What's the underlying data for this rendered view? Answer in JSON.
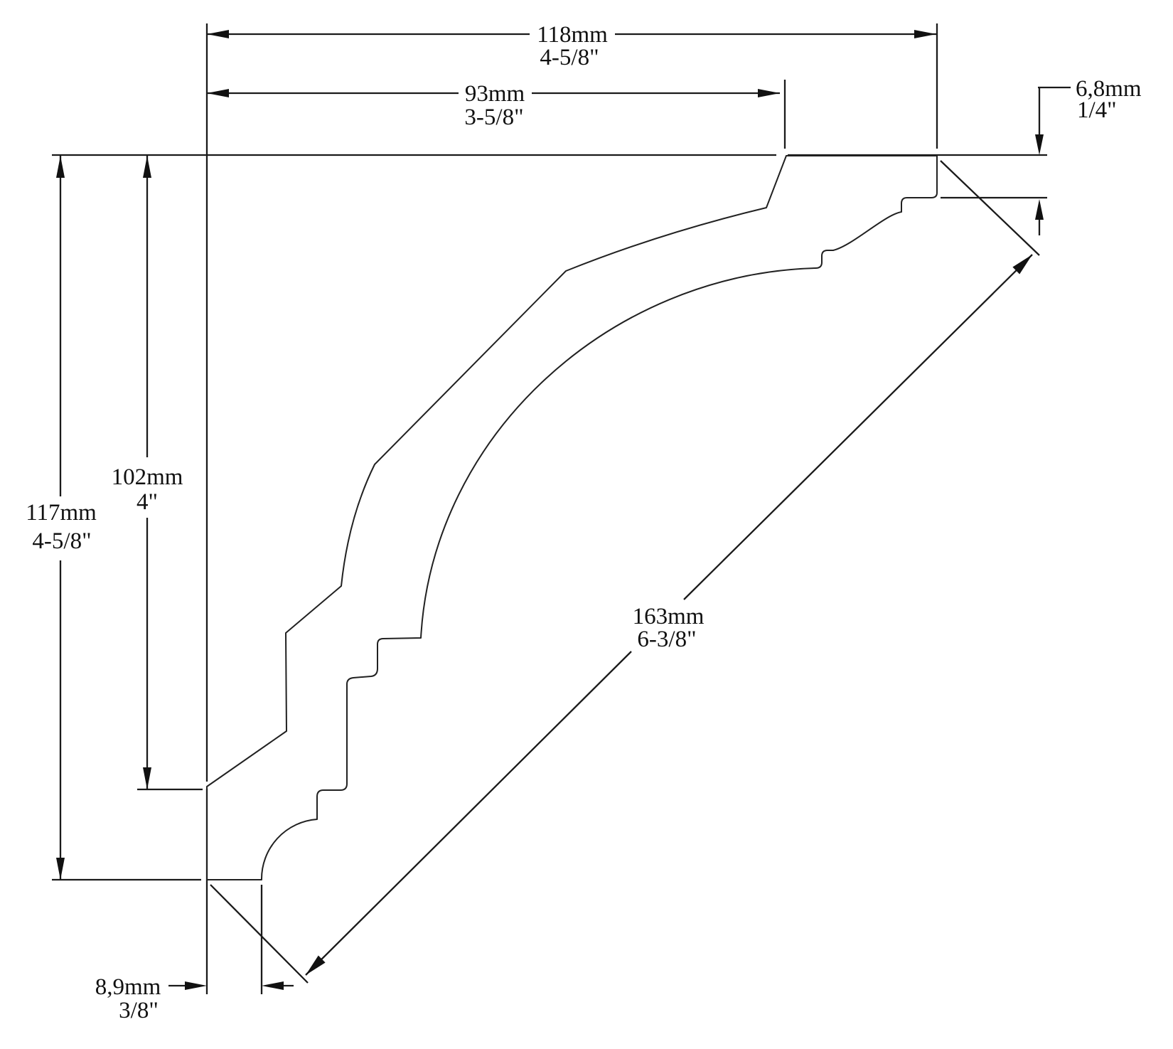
{
  "page": {
    "background_color": "#ffffff",
    "line_color": "#1a1a1a",
    "text_color": "#111111"
  },
  "drawing": {
    "dimensions": {
      "overall_width": {
        "mm": "118mm",
        "inches": "4-5/8\""
      },
      "top_width": {
        "mm": "93mm",
        "inches": "3-5/8\""
      },
      "overall_height": {
        "mm": "117mm",
        "inches": "4-5/8\""
      },
      "wall_height": {
        "mm": "102mm",
        "inches": "4\""
      },
      "face_length": {
        "mm": "163mm",
        "inches": "6-3/8\""
      },
      "bottom_depth": {
        "mm": "8,9mm",
        "inches": "3/8\""
      },
      "top_edge_drop": {
        "mm": "6,8mm",
        "inches": "1/4\""
      }
    }
  }
}
